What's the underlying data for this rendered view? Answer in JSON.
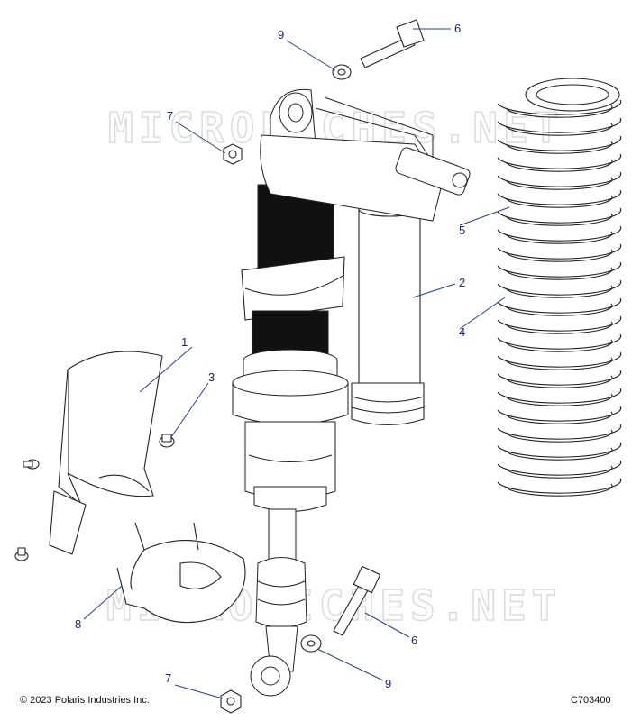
{
  "watermark": "MICROFICHES.NET",
  "copyright": "© 2023 Polaris Industries Inc.",
  "figure_id": "C703400",
  "callouts": [
    {
      "id": "c1",
      "label": "1"
    },
    {
      "id": "c2",
      "label": "2"
    },
    {
      "id": "c3",
      "label": "3"
    },
    {
      "id": "c4",
      "label": "4"
    },
    {
      "id": "c5",
      "label": "5"
    },
    {
      "id": "c6a",
      "label": "6"
    },
    {
      "id": "c6b",
      "label": "6"
    },
    {
      "id": "c7a",
      "label": "7"
    },
    {
      "id": "c7b",
      "label": "7"
    },
    {
      "id": "c8",
      "label": "8"
    },
    {
      "id": "c9a",
      "label": "9"
    },
    {
      "id": "c9b",
      "label": "9"
    }
  ],
  "colors": {
    "callout": "#1a237e",
    "line": "#222222",
    "watermark": "#d9d9d9",
    "spring_fill": "#ffffff",
    "boot_fill": "#111111"
  }
}
